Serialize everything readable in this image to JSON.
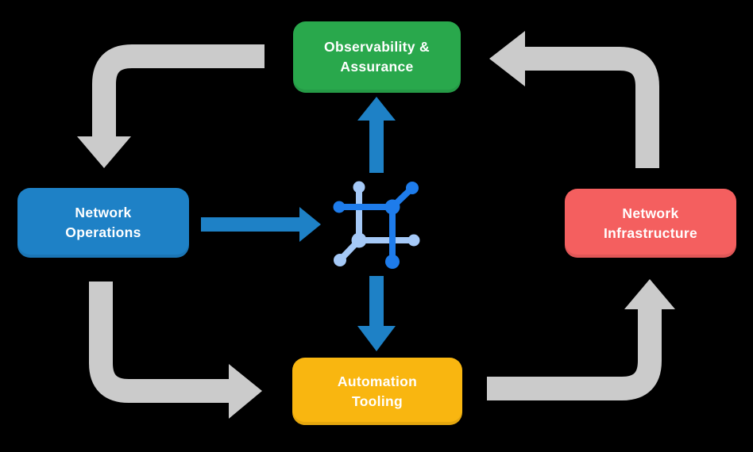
{
  "title": "Network automation cycle diagram",
  "colors": {
    "background": "#000000",
    "arrow_gray": "#CBCBCB",
    "arrow_blue": "#1E81C6",
    "icon_dark_blue": "#1E7CEB",
    "icon_light_blue": "#A5C9F7",
    "node_green": "#29A84C",
    "node_blue": "#1E81C6",
    "node_red": "#F45F5F",
    "node_yellow": "#F9B610",
    "label_text": "#FFFFFF"
  },
  "nodes": {
    "observability": {
      "line1": "Observability &",
      "line2": "Assurance",
      "color": "#29A84C",
      "position": "top"
    },
    "operations": {
      "line1": "Network",
      "line2": "Operations",
      "color": "#1E81C6",
      "position": "left"
    },
    "infrastructure": {
      "line1": "Network",
      "line2": "Infrastructure",
      "color": "#F45F5F",
      "position": "right"
    },
    "automation": {
      "line1": "Automation",
      "line2": "Tooling",
      "color": "#F9B610",
      "position": "bottom"
    }
  },
  "center_icon": {
    "name": "network-platform-icon",
    "style": "square frame with six circular connector nodes, two-tone blue"
  },
  "edges": [
    {
      "from": "observability",
      "to": "operations",
      "style": "gray",
      "shape": "right-angle, arrowhead pointing down"
    },
    {
      "from": "operations",
      "to": "automation",
      "style": "gray",
      "shape": "right-angle, arrowhead pointing right"
    },
    {
      "from": "automation",
      "to": "infrastructure",
      "style": "gray",
      "shape": "right-angle, arrowhead pointing up"
    },
    {
      "from": "infrastructure",
      "to": "observability",
      "style": "gray",
      "shape": "right-angle, arrowhead pointing left"
    },
    {
      "from": "operations",
      "to": "center-icon",
      "style": "blue",
      "shape": "straight, arrowhead pointing right"
    },
    {
      "from": "center-icon",
      "to": "observability",
      "style": "blue",
      "shape": "straight, arrowhead pointing up"
    },
    {
      "from": "center-icon",
      "to": "automation",
      "style": "blue",
      "shape": "straight, arrowhead pointing down"
    }
  ]
}
